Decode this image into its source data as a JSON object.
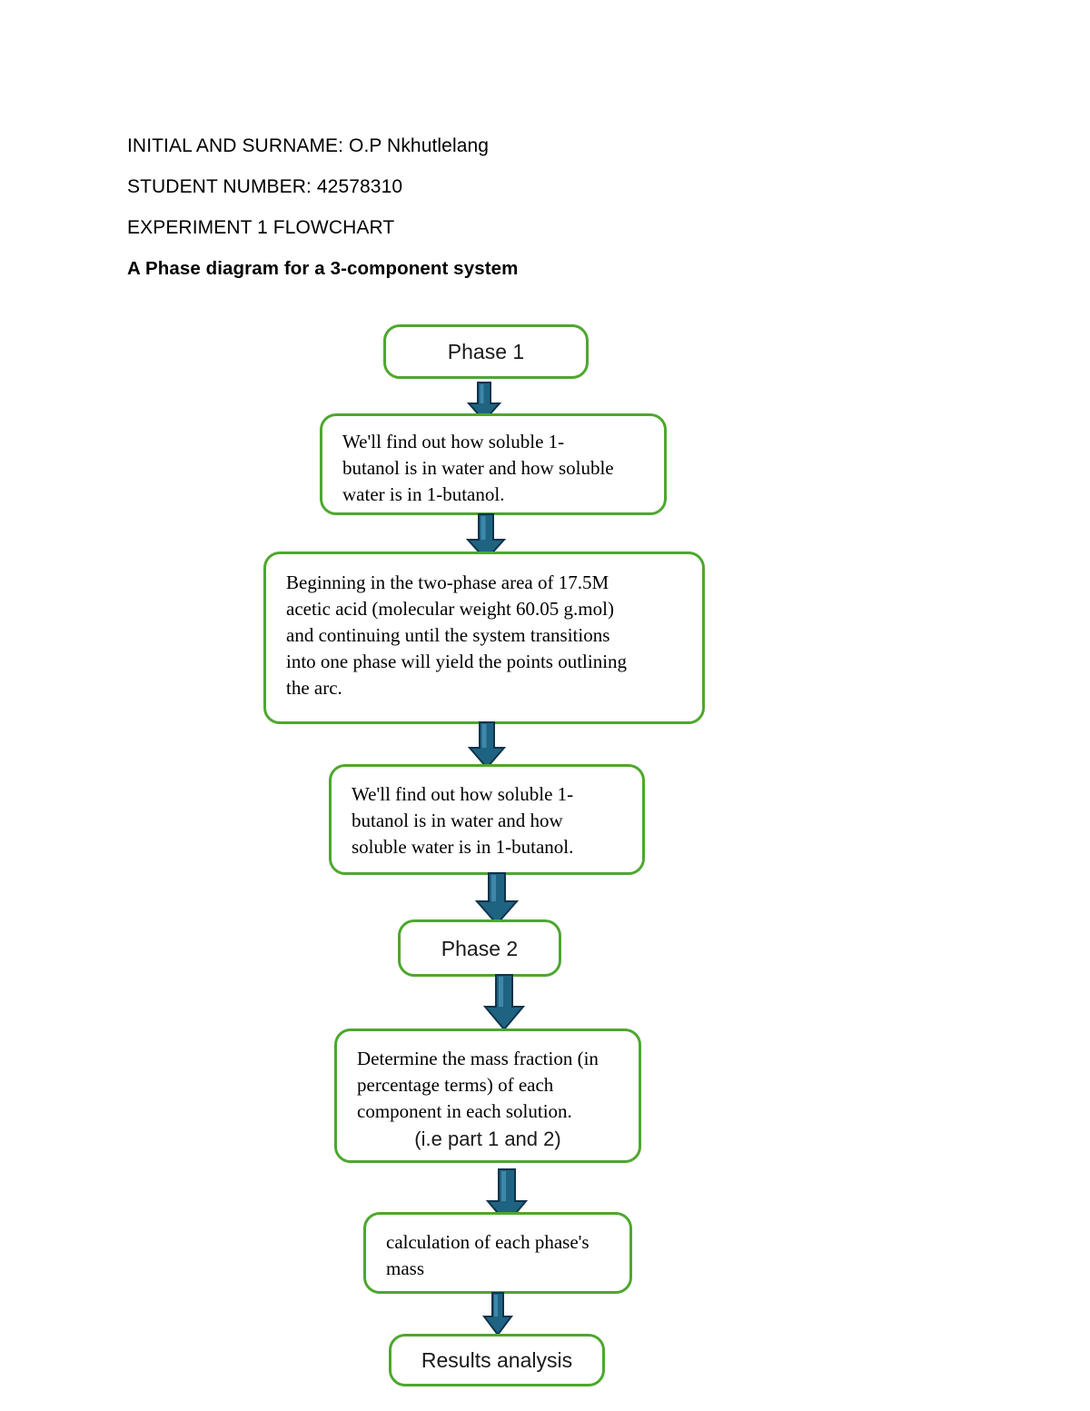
{
  "document": {
    "header_lines": [
      {
        "text": "INITIAL AND SURNAME: O.P Nkhutlelang",
        "bold": false
      },
      {
        "text": "STUDENT NUMBER: 42578310",
        "bold": false
      },
      {
        "text": "EXPERIMENT 1 FLOWCHART",
        "bold": false
      },
      {
        "text": "A Phase diagram for a 3-component system",
        "bold": true
      }
    ],
    "header": {
      "line1": "INITIAL AND SURNAME: O.P Nkhutlelang",
      "line2": "STUDENT NUMBER: 42578310",
      "line3": "EXPERIMENT 1 FLOWCHART",
      "line4": "A Phase diagram for a 3-component system"
    }
  },
  "colors": {
    "node_border": "#4EA72E",
    "node_fill": "#FFFFFF",
    "arrow_fill": "#1F6383",
    "arrow_outline": "#10334A",
    "arrow_highlight": "#3E87A8",
    "text": "#000000"
  },
  "flowchart": {
    "title": "A Phase diagram for a 3-component system",
    "nodes": [
      {
        "id": "phase-1",
        "label": "Phase 1",
        "style": "title"
      },
      {
        "id": "solubility-1",
        "label": "We'll find out how soluble 1-\nbutanol is in water and how soluble\nwater is in 1-butanol.",
        "style": "body"
      },
      {
        "id": "two-phase-area",
        "label": "Beginning in the two-phase area of 17.5M\nacetic acid (molecular weight 60.05 g.mol)\nand continuing until the system transitions\ninto one phase will yield the points outlining\nthe arc.",
        "style": "body"
      },
      {
        "id": "solubility-2",
        "label": "We'll find out how soluble 1-\nbutanol is in water and how\nsoluble water is in 1-butanol.",
        "style": "body"
      },
      {
        "id": "phase-2",
        "label": "Phase 2",
        "style": "title"
      },
      {
        "id": "mass-fraction",
        "label": "Determine the mass fraction (in\npercentage terms) of each\ncomponent in each solution.",
        "sublabel": "(i.e part 1 and 2)",
        "style": "body"
      },
      {
        "id": "phase-mass-calculation",
        "label": "calculation of each phase's\nmass",
        "style": "body"
      },
      {
        "id": "results-analysis",
        "label": "Results analysis",
        "style": "title"
      }
    ],
    "connectors": [
      {
        "from": "phase-1",
        "to": "solubility-1",
        "icon": "down-arrow-icon"
      },
      {
        "from": "solubility-1",
        "to": "two-phase-area",
        "icon": "down-arrow-icon"
      },
      {
        "from": "two-phase-area",
        "to": "solubility-2",
        "icon": "down-arrow-icon"
      },
      {
        "from": "solubility-2",
        "to": "phase-2",
        "icon": "down-arrow-icon"
      },
      {
        "from": "phase-2",
        "to": "mass-fraction",
        "icon": "down-arrow-icon"
      },
      {
        "from": "mass-fraction",
        "to": "phase-mass-calculation",
        "icon": "down-arrow-icon"
      },
      {
        "from": "phase-mass-calculation",
        "to": "results-analysis",
        "icon": "down-arrow-icon"
      }
    ]
  }
}
